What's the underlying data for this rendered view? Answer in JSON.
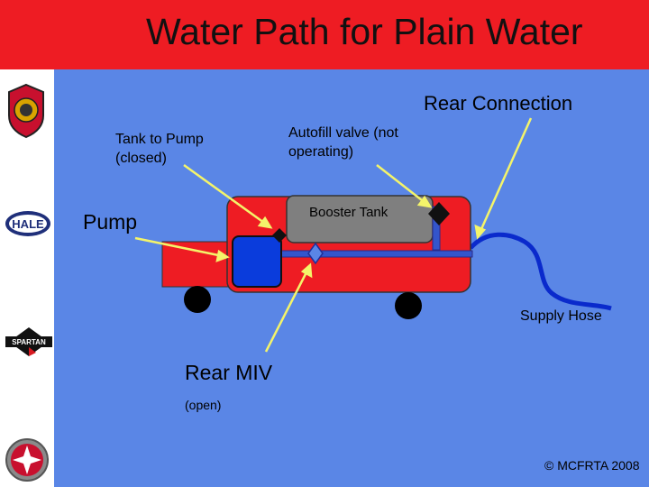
{
  "title": "Water Path for Plain Water",
  "labels": {
    "rear_connection": "Rear Connection",
    "tank_to_pump_line1": "Tank to Pump",
    "tank_to_pump_line2": "(closed)",
    "autofill_line1": "Autofill valve (not",
    "autofill_line2": "operating)",
    "booster_tank": "Booster Tank",
    "pump": "Pump",
    "supply_hose": "Supply Hose",
    "rear_miv": "Rear MIV",
    "rear_miv_state": "(open)",
    "copyright": "© MCFRTA 2008"
  },
  "logos": {
    "hale_text": "HALE",
    "spartan_text": "SPARTAN"
  },
  "colors": {
    "header": "#ee1c23",
    "background": "#5a86e6",
    "truck": "#ee1c23",
    "pump": "#0a3cdc",
    "tank": "#7f7f7f",
    "water_line": "#3355cc",
    "arrow": "#f4f46a"
  }
}
